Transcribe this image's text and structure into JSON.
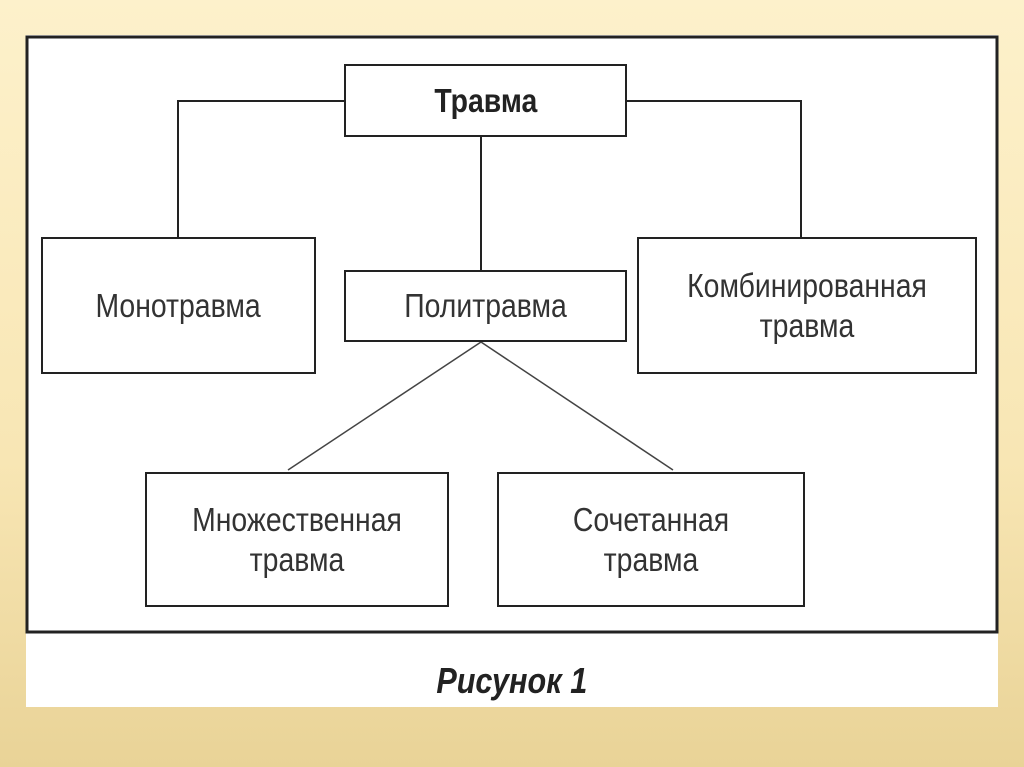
{
  "diagram": {
    "root": "Травма",
    "children": [
      "Монотравма",
      "Политравма",
      "Комбинированная травма"
    ],
    "poly_children": [
      "Множественная травма",
      "Сочетанная травма"
    ],
    "caption": "Рисунок 1"
  }
}
